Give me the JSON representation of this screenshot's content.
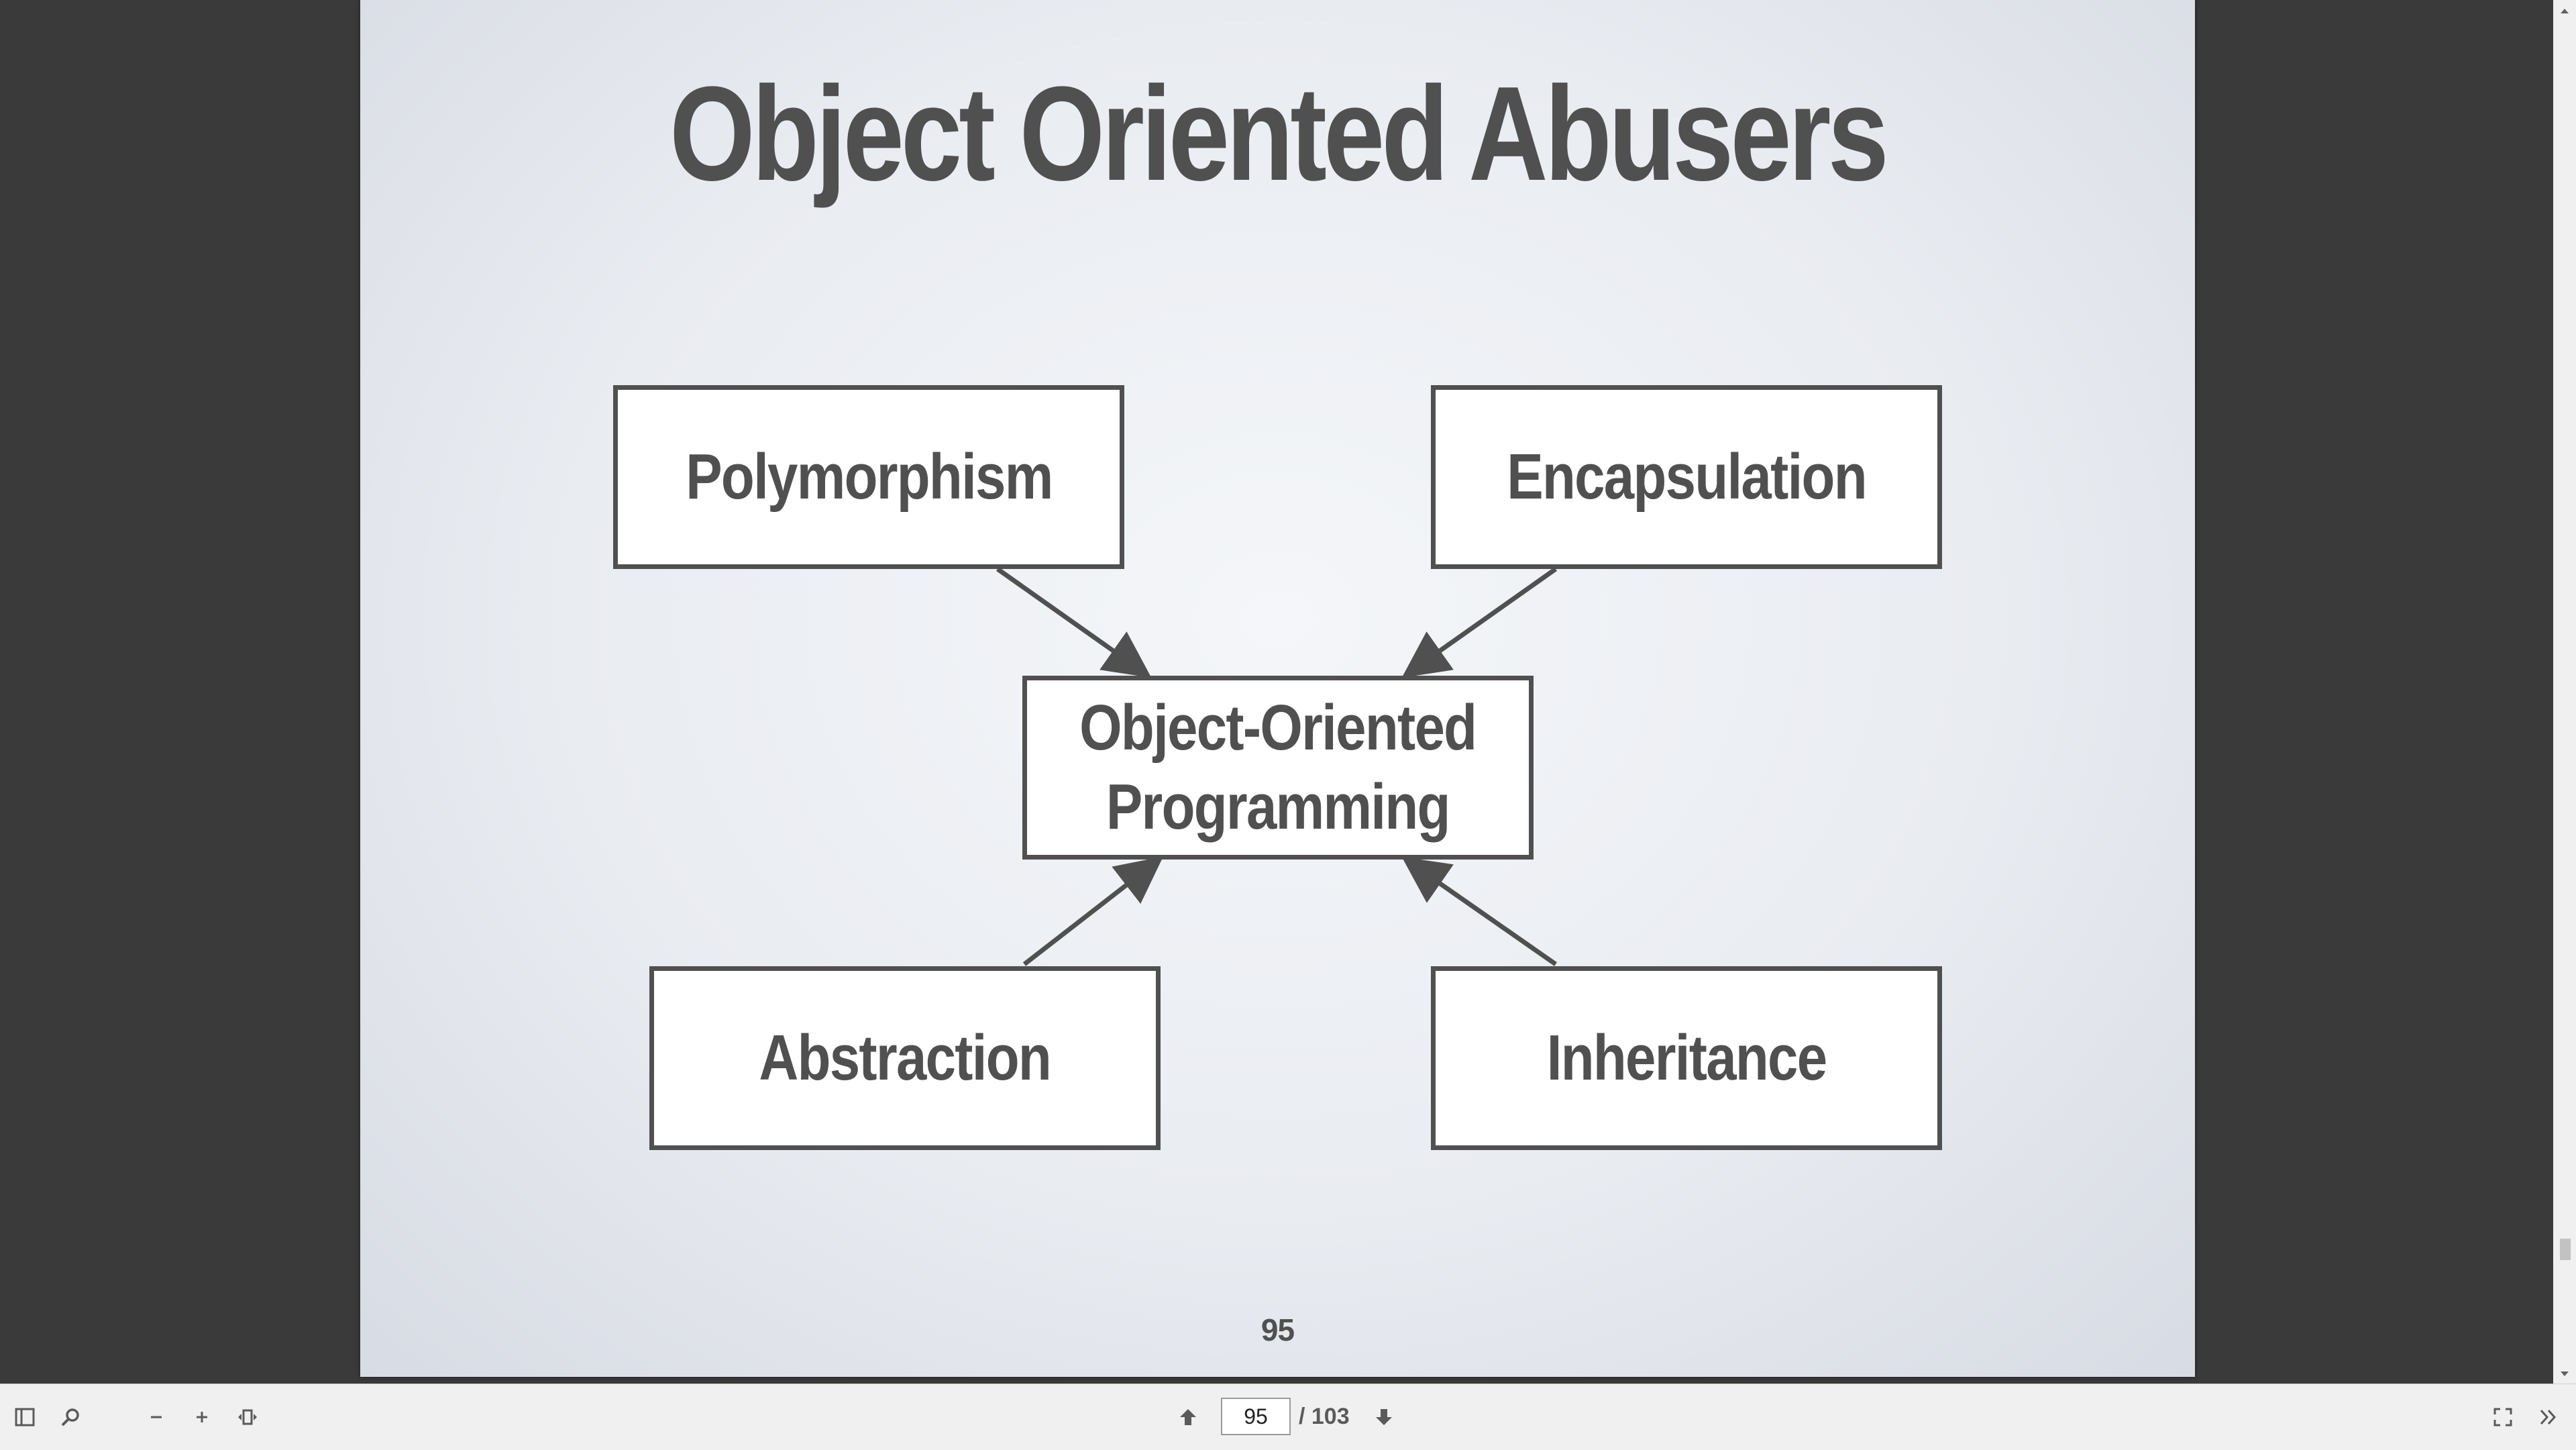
{
  "slide": {
    "title": "Object Oriented Abusers",
    "page_number": "95"
  },
  "diagram": {
    "nodes": {
      "polymorphism": "Polymorphism",
      "encapsulation": "Encapsulation",
      "oop_line1": "Object-Oriented",
      "oop_line2": "Programming",
      "abstraction": "Abstraction",
      "inheritance": "Inheritance"
    },
    "edges": [
      {
        "from": "Polymorphism",
        "to": "Object-Oriented Programming"
      },
      {
        "from": "Encapsulation",
        "to": "Object-Oriented Programming"
      },
      {
        "from": "Abstraction",
        "to": "Object-Oriented Programming"
      },
      {
        "from": "Inheritance",
        "to": "Object-Oriented Programming"
      }
    ]
  },
  "toolbar": {
    "current_page": "95",
    "page_total": "/ 103",
    "icons": {
      "sidebar": "sidebar-toggle-icon",
      "search": "search-icon",
      "zoom_out": "zoom-out-icon",
      "zoom_in": "zoom-in-icon",
      "fit": "fit-width-icon",
      "prev": "previous-page-icon",
      "next": "next-page-icon",
      "fullscreen": "fullscreen-icon",
      "more": "more-tools-icon"
    }
  },
  "colors": {
    "viewer_background": "#3a3a3a",
    "slide_text": "#505050",
    "toolbar_background": "#f0f0f0"
  }
}
